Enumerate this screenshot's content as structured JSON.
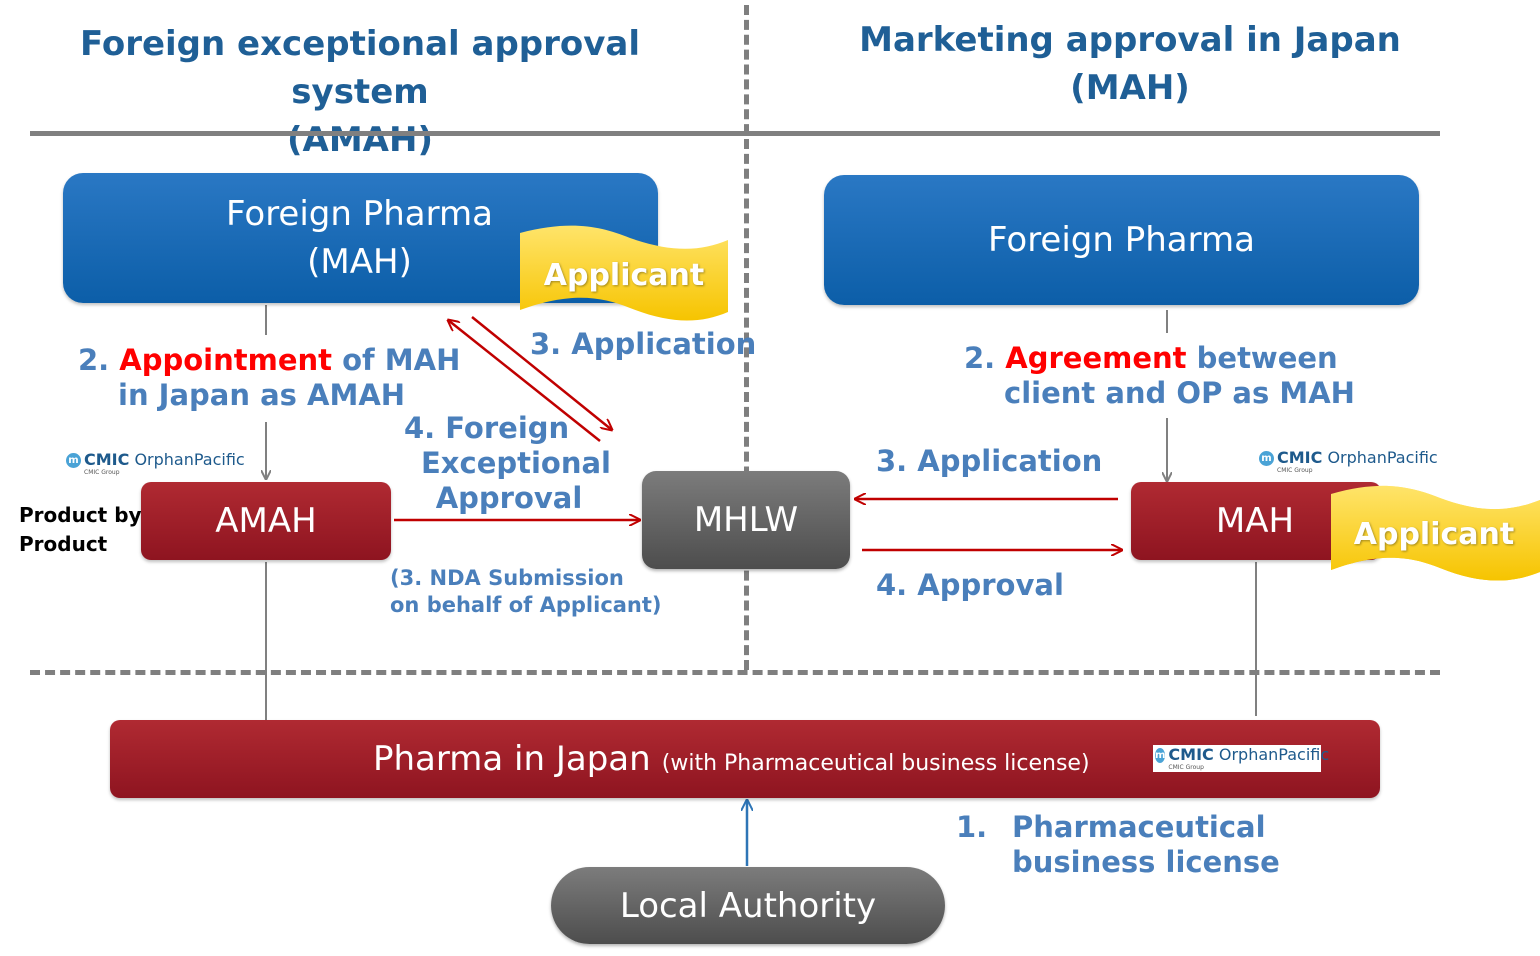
{
  "header": {
    "left_title_line1": "Foreign exceptional approval system",
    "left_title_line2": "(AMAH)",
    "right_title_line1": "Marketing approval in Japan",
    "right_title_line2": "(MAH)"
  },
  "left": {
    "foreign_pharma_line1": "Foreign Pharma",
    "foreign_pharma_line2": "(MAH)",
    "applicant_flag": "Applicant",
    "step2_prefix": "2. ",
    "step2_highlight": "Appointment",
    "step2_rest": " of MAH",
    "step2_line2": "in Japan as AMAH",
    "step3_application": "3. Application",
    "step4_line1": "4. Foreign",
    "step4_line2": "Exceptional",
    "step4_line3": "Approval",
    "amah_box": "AMAH",
    "product_by_line1": "Product by",
    "product_by_line2": "Product",
    "nda_line1": "(3. NDA Submission",
    "nda_line2": "on behalf of Applicant)"
  },
  "center": {
    "mhlw_box": "MHLW"
  },
  "right": {
    "foreign_pharma": "Foreign Pharma",
    "step2_prefix": "2. ",
    "step2_highlight": "Agreement",
    "step2_rest": " between",
    "step2_line2": "client and OP as MAH",
    "step3_application": "3. Application",
    "step4_approval": "4. Approval",
    "mah_box": "MAH",
    "applicant_flag": "Applicant"
  },
  "bottom": {
    "pharma_in_japan": "Pharma in Japan",
    "pharma_license_note": "(with Pharmaceutical business license)",
    "step1_number": "1.",
    "step1_line1": "Pharmaceutical",
    "step1_line2": "business license",
    "local_authority": "Local Authority"
  },
  "logo": {
    "mark": "m",
    "brand": "CMIC",
    "name": "OrphanPacific",
    "group": "CMIC Group"
  },
  "colors": {
    "title_blue": "#1f5f96",
    "label_blue": "#4a7fbb",
    "highlight_red": "#ff0000",
    "arrow_red": "#c00000",
    "box_blue": "#0c5ea8",
    "box_red": "#9b1c26",
    "box_gray": "#5f5f5f",
    "flag_yellow": "#ffd21f",
    "arrow_blue": "#2e75b6"
  }
}
